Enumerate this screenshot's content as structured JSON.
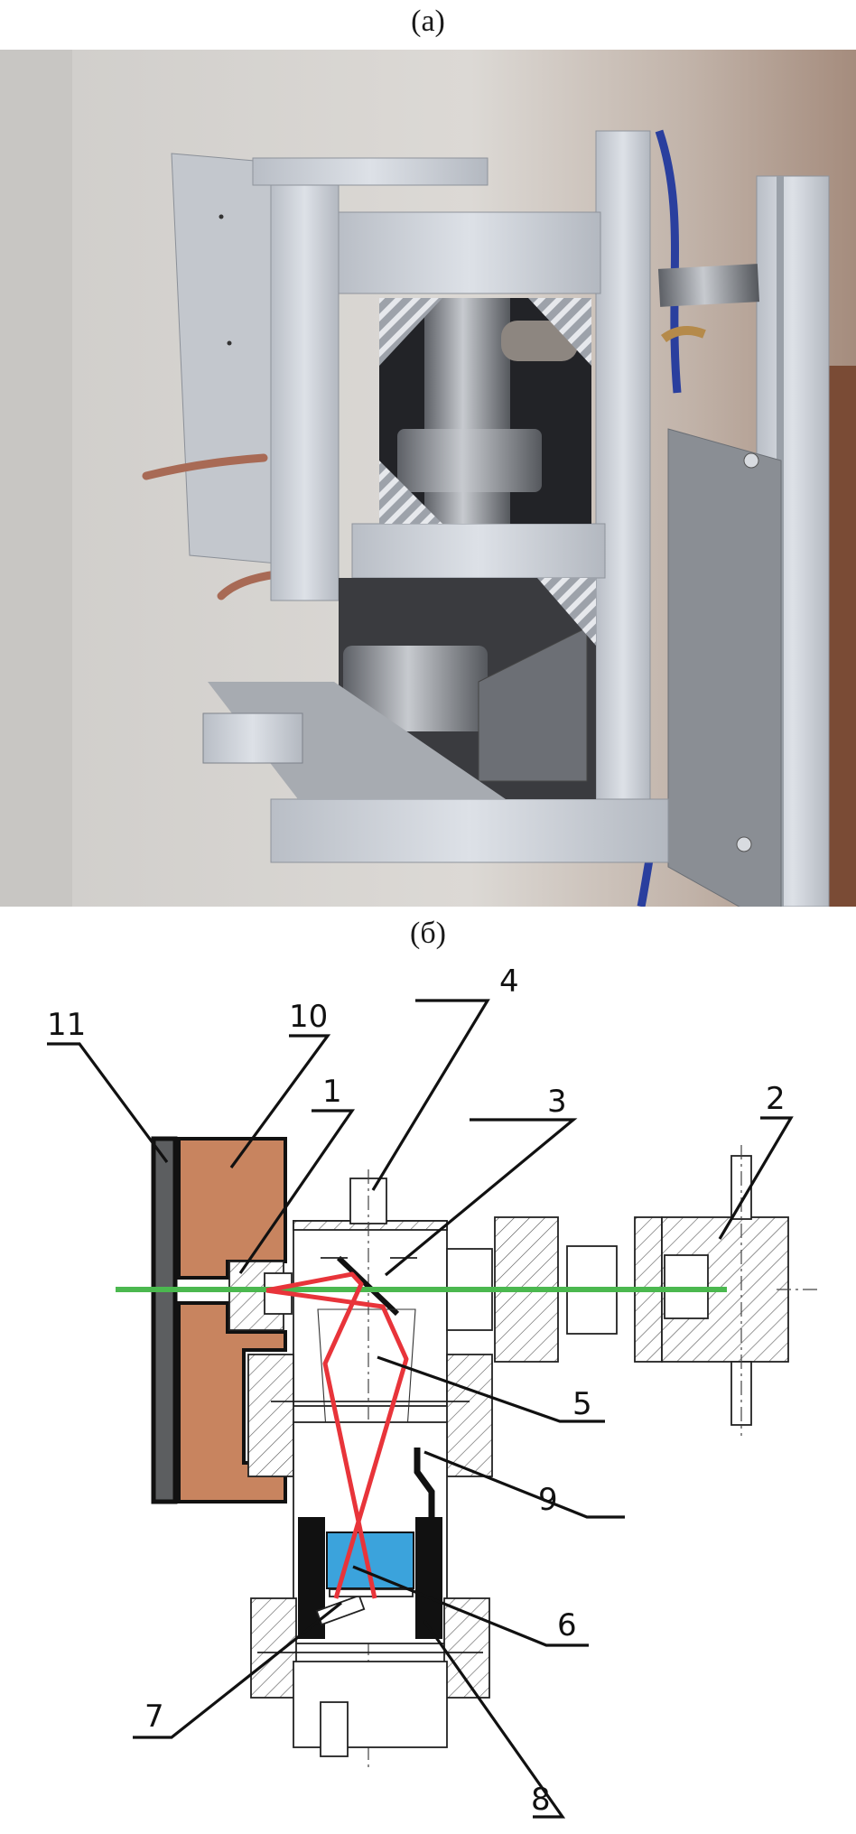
{
  "figure": {
    "panel_a_label": "(a)",
    "panel_b_label": "(б)"
  },
  "photo": {
    "description": "Photograph of the assembled apparatus mounted on an aluminium profile frame with copper cooling pipes and blue hose",
    "colors": {
      "wall": "#d9d6d2",
      "wall_warm": "#b8a79c",
      "aluminium": "#c9ced6",
      "steel": "#8f9399",
      "dark_interior": "#1e1f22",
      "copper_pipe": "#a86a55",
      "blue_hose": "#2a3f9e",
      "brown_background": "#7a4b35"
    }
  },
  "diagram": {
    "callouts": [
      {
        "id": "1",
        "label": "1"
      },
      {
        "id": "2",
        "label": "2"
      },
      {
        "id": "3",
        "label": "3"
      },
      {
        "id": "4",
        "label": "4"
      },
      {
        "id": "5",
        "label": "5"
      },
      {
        "id": "6",
        "label": "6"
      },
      {
        "id": "7",
        "label": "7"
      },
      {
        "id": "8",
        "label": "8"
      },
      {
        "id": "9",
        "label": "9"
      },
      {
        "id": "10",
        "label": "10"
      },
      {
        "id": "11",
        "label": "11"
      }
    ],
    "colors": {
      "copper_block": "#c8845f",
      "plate": "#5c5e60",
      "laser_beam": "#4bb84f",
      "reflected_rays": "#e8343a",
      "sample": "#3ba3dc",
      "outline": "#111111"
    }
  }
}
